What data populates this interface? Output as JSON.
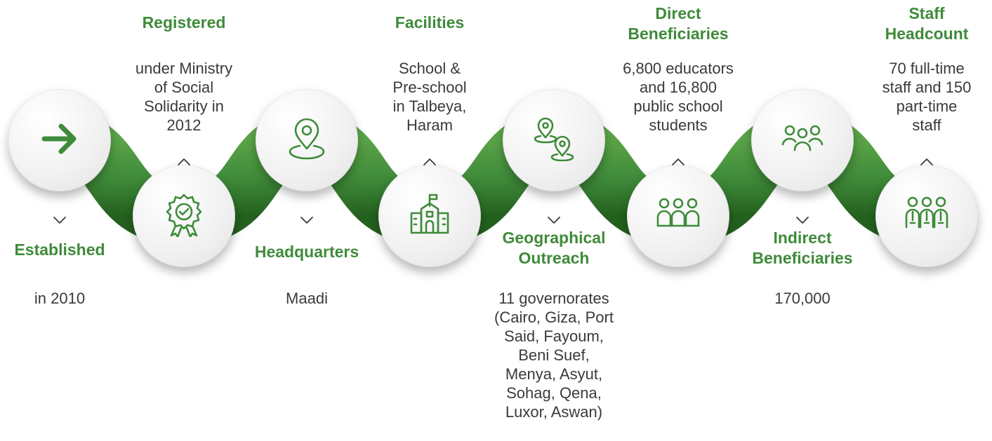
{
  "milestones": [
    {
      "id": "established",
      "title": "Established",
      "description": "in 2010",
      "icon": "arrow-right-icon",
      "position": "top"
    },
    {
      "id": "registered",
      "title": "Registered",
      "description": "under Ministry\nof Social\nSolidarity in\n2012",
      "icon": "certificate-badge-icon",
      "position": "bottom"
    },
    {
      "id": "headquarters",
      "title": "Headquarters",
      "description": "Maadi",
      "icon": "map-pin-icon",
      "position": "top"
    },
    {
      "id": "facilities",
      "title": "Facilities",
      "description": "School &\nPre-school\nin Talbeya,\nHaram",
      "icon": "school-building-icon",
      "position": "bottom"
    },
    {
      "id": "geographical-outreach",
      "title": "Geographical\nOutreach",
      "description": "11 governorates\n(Cairo, Giza, Port\nSaid, Fayoum,\nBeni Suef,\nMenya, Asyut,\nSohag, Qena,\nLuxor, Aswan)",
      "icon": "multiple-locations-icon",
      "position": "top"
    },
    {
      "id": "direct-beneficiaries",
      "title": "Direct\nBeneficiaries",
      "description": "6,800 educators\nand 16,800\npublic school\nstudents",
      "icon": "group-people-icon",
      "position": "bottom"
    },
    {
      "id": "indirect-beneficiaries",
      "title": "Indirect\nBeneficiaries",
      "description": "170,000",
      "icon": "community-people-icon",
      "position": "top"
    },
    {
      "id": "staff-headcount",
      "title": "Staff\nHeadcount",
      "description": "70 full-time\nstaff and 150\npart-time\nstaff",
      "icon": "staff-team-icon",
      "position": "bottom"
    }
  ],
  "colors": {
    "accent": "#3f8b3a",
    "ribbon_light": "#4e9a3f",
    "ribbon_dark": "#2c6a23",
    "text": "#3a3a3a",
    "icon": "#3f8b3a"
  }
}
